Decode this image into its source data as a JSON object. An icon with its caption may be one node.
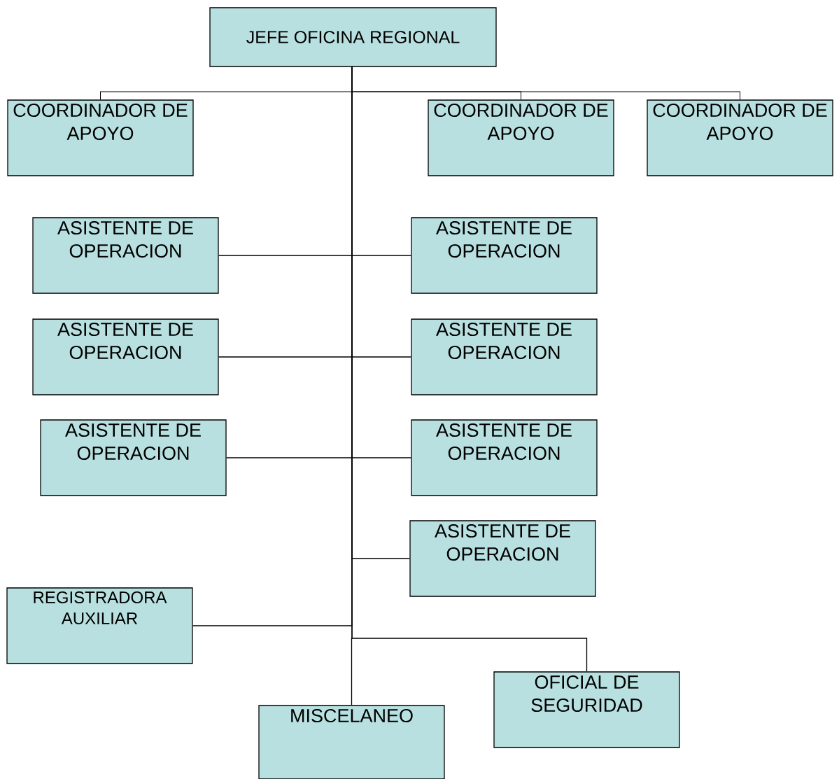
{
  "diagram": {
    "nodes": [
      {
        "text": [
          "JEFE OFICINA REGIONAL"
        ]
      },
      {
        "text": [
          "COORDINADOR DE APOYO"
        ]
      },
      {
        "text": [
          "COORDINADOR DE APOYO"
        ]
      },
      {
        "text": [
          "COORDINADOR DE APOYO"
        ]
      },
      {
        "text": [
          "ASISTENTE DE OPERACION"
        ]
      },
      {
        "text": [
          "ASISTENTE DE OPERACION"
        ]
      },
      {
        "text": [
          "ASISTENTE DE OPERACION"
        ]
      },
      {
        "text": [
          "ASISTENTE DE OPERACION"
        ]
      },
      {
        "text": [
          "ASISTENTE DE OPERACION"
        ]
      },
      {
        "text": [
          "ASISTENTE DE OPERACION"
        ]
      },
      {
        "text": [
          "ASISTENTE DE OPERACION"
        ]
      },
      {
        "text": [
          "REGISTRADORA AUXILIAR"
        ]
      },
      {
        "text": [
          "MISCELANEO"
        ]
      },
      {
        "text": [
          "OFICIAL DE SEGURIDAD"
        ]
      }
    ],
    "edges": [
      {
        "from": 0,
        "to": 1,
        "arrow": "none"
      },
      {
        "from": 0,
        "to": 2,
        "arrow": "none"
      },
      {
        "from": 0,
        "to": 3,
        "arrow": "none"
      },
      {
        "from": 0,
        "to": 4,
        "arrow": "none"
      },
      {
        "from": 0,
        "to": 5,
        "arrow": "none"
      },
      {
        "from": 0,
        "to": 6,
        "arrow": "none"
      },
      {
        "from": 0,
        "to": 7,
        "arrow": "none"
      },
      {
        "from": 0,
        "to": 8,
        "arrow": "none"
      },
      {
        "from": 0,
        "to": 9,
        "arrow": "none"
      },
      {
        "from": 0,
        "to": 10,
        "arrow": "none"
      },
      {
        "from": 0,
        "to": 11,
        "arrow": "none"
      },
      {
        "from": 0,
        "to": 12,
        "arrow": "none"
      },
      {
        "from": 0,
        "to": 13,
        "arrow": "none"
      }
    ]
  }
}
